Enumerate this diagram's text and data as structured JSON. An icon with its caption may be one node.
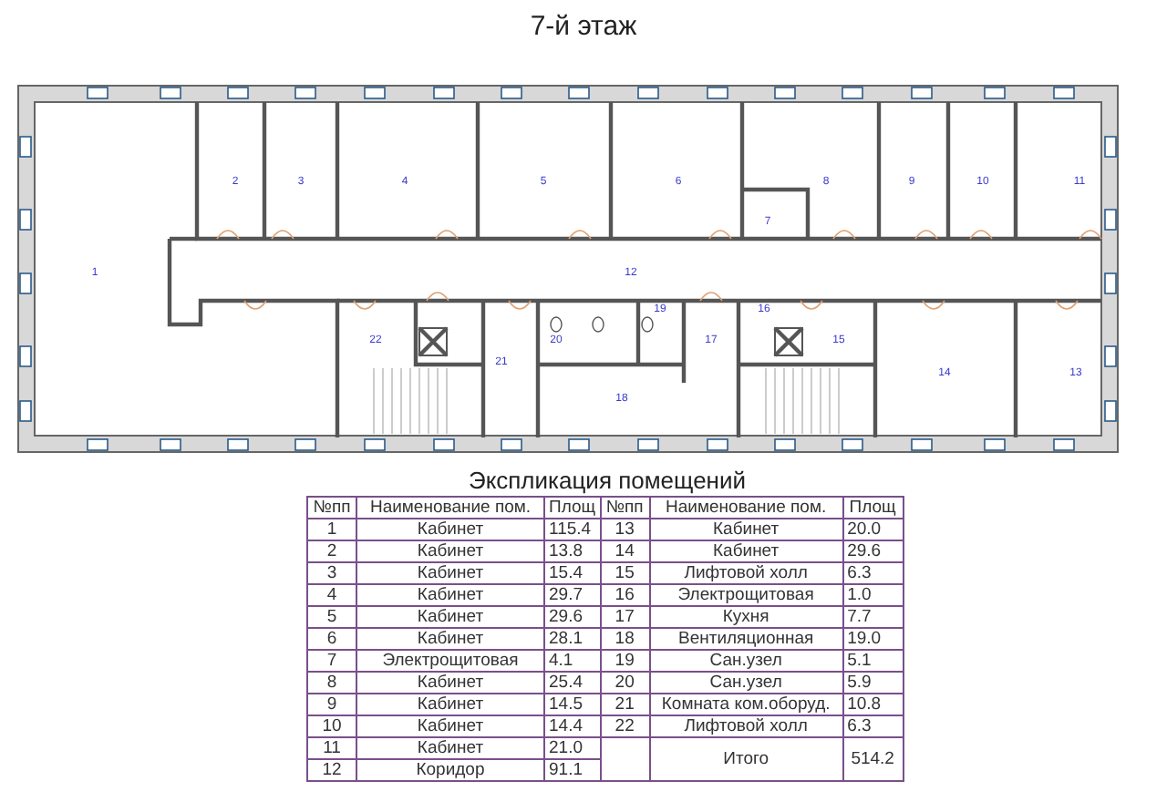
{
  "diagram": {
    "title": "7-й этаж",
    "labels": [
      "2",
      "3",
      "4",
      "5",
      "6",
      "8",
      "9",
      "10",
      "11",
      "7",
      "1",
      "12",
      "19",
      "16",
      "22",
      "20",
      "17",
      "15",
      "21",
      "14",
      "13",
      "18",
      "Экспликация помещений",
      "№пп",
      "Наименование пом.",
      "Площ",
      "№пп",
      "Наименование пом.",
      "Площ",
      "1",
      "Кабинет",
      "115.4",
      "13",
      "Кабинет",
      "20.0",
      "2",
      "Кабинет",
      "13.8",
      "14",
      "Кабинет",
      "29.6",
      "3",
      "Кабинет",
      "15.4",
      "15",
      "Лифтовой холл",
      "6.3",
      "4",
      "Кабинет",
      "29.7",
      "16",
      "Электрощитовая",
      "1.0",
      "5",
      "Кабинет",
      "29.6",
      "17",
      "Кухня",
      "7.7",
      "6",
      "Кабинет",
      "28.1",
      "18",
      "Вентиляционная",
      "19.0",
      "7",
      "Электрощитовая",
      "4.1",
      "19",
      "Сан.узел",
      "5.1",
      "8",
      "Кабинет",
      "25.4",
      "20",
      "Сан.узел",
      "5.9",
      "9",
      "Кабинет",
      "14.5",
      "21",
      "Комната ком.оборуд.",
      "10.8",
      "10",
      "Кабинет",
      "14.4",
      "22",
      "Лифтовой холл",
      "6.3",
      "11",
      "Кабинет",
      "21.0",
      "Итого",
      "514.2",
      "12",
      "Коридор",
      "91.1"
    ]
  }
}
